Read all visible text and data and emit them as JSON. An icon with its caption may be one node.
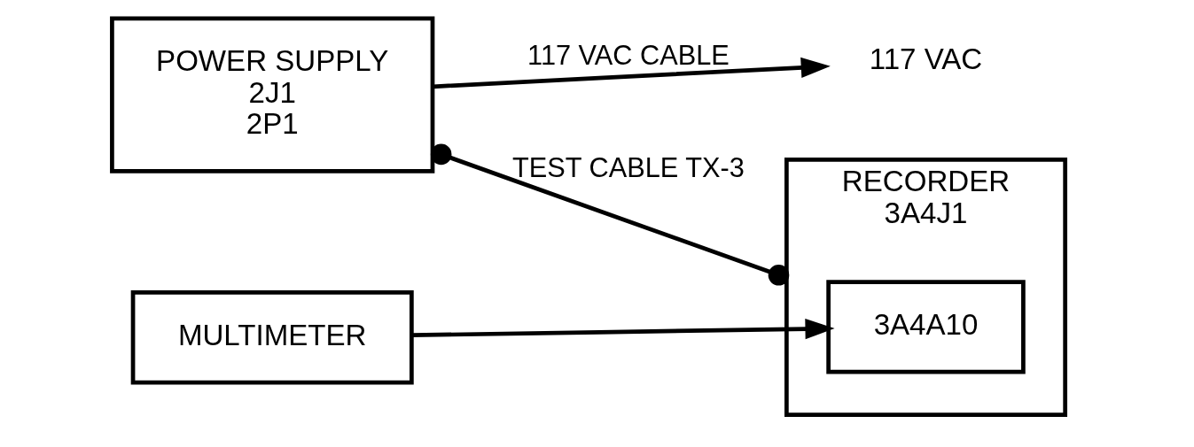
{
  "diagram": {
    "nodes": [
      {
        "text": [
          "117 VAC"
        ]
      },
      {
        "text": [
          "POWER SUPPLY",
          "2J1",
          "2P1"
        ]
      },
      {
        "text": [
          "RECORDER",
          "3A4J1"
        ]
      },
      {
        "text": [
          "3A4A10"
        ],
        "in": 2
      },
      {
        "text": [
          "MULTIMETER"
        ]
      }
    ],
    "edges": [
      {
        "from": 1,
        "to": 0,
        "arrow": "to",
        "label": "117 VAC CABLE"
      },
      {
        "from": 1,
        "to": 2,
        "arrow": "other",
        "label": "TEST CABLE TX-3"
      },
      {
        "from": 4,
        "to": 3,
        "arrow": "to"
      }
    ]
  }
}
